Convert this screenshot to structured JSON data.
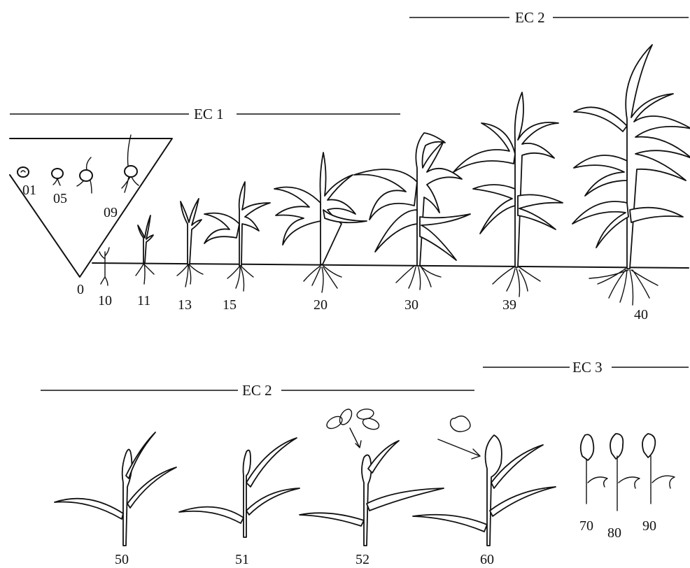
{
  "ec_labels": {
    "top_right": "EC 2",
    "top_left": "EC 1",
    "bottom_left": "EC 2",
    "bottom_right": "EC 3"
  },
  "stages": {
    "s01": "01",
    "s05": "05",
    "s09": "09",
    "s0": "0",
    "s10": "10",
    "s11": "11",
    "s13": "13",
    "s15": "15",
    "s20": "20",
    "s30": "30",
    "s39": "39",
    "s40": "40",
    "s50": "50",
    "s51": "51",
    "s52": "52",
    "s60": "60",
    "s70": "70",
    "s80": "80",
    "s90": "90"
  }
}
